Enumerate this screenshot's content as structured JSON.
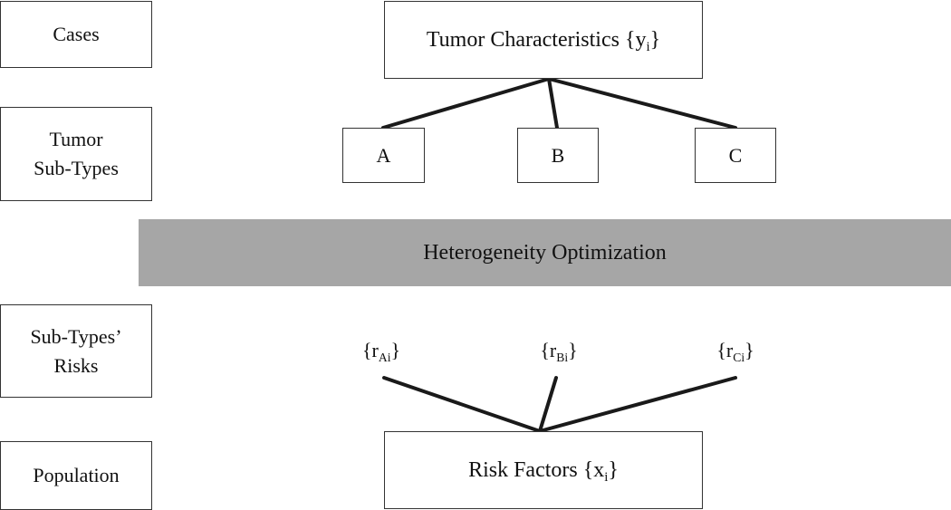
{
  "row_labels": {
    "cases": "Cases",
    "subtypes_line1": "Tumor",
    "subtypes_line2": "Sub-Types",
    "risks_line1": "Sub-Types’",
    "risks_line2": "Risks",
    "population": "Population"
  },
  "nodes": {
    "tumor": {
      "text": "Tumor Characteristics {y",
      "sub": "i",
      "close": "}"
    },
    "subtype_a": "A",
    "subtype_b": "B",
    "subtype_c": "C",
    "risk_factors": {
      "text": "Risk Factors {x",
      "sub": "i",
      "close": "}"
    }
  },
  "band": {
    "label": "Heterogeneity Optimization",
    "color": "#a6a6a6"
  },
  "risks": {
    "a": {
      "open": "{r",
      "sub": "Ai",
      "close": "}"
    },
    "b": {
      "open": "{r",
      "sub": "Bi",
      "close": "}"
    },
    "c": {
      "open": "{r",
      "sub": "Ci",
      "close": "}"
    }
  },
  "colors": {
    "line": "#1a1a1a",
    "border": "#333333"
  }
}
